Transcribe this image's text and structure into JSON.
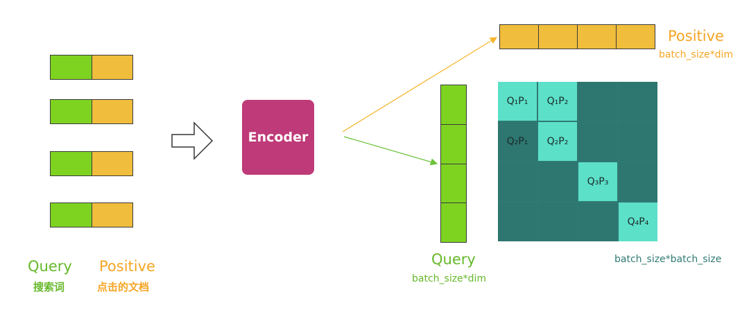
{
  "left_labels": {
    "query_title": "Query",
    "query_sub": "搜索词",
    "positive_title": "Positive",
    "positive_sub": "点击的文档"
  },
  "encoder": {
    "label": "Encoder"
  },
  "positive_output": {
    "title": "Positive",
    "sub": "batch_size*dim"
  },
  "query_output": {
    "title": "Query",
    "sub": "batch_size*dim"
  },
  "matrix": {
    "caption": "batch_size*batch_size",
    "cells": [
      [
        "Q₁P₁",
        "Q₁P₂",
        "",
        ""
      ],
      [
        "Q₂P₁",
        "Q₂P₂",
        "",
        ""
      ],
      [
        "",
        "",
        "Q₃P₃",
        ""
      ],
      [
        "",
        "",
        "",
        "Q₄P₄"
      ]
    ],
    "highlighted": [
      [
        0,
        0
      ],
      [
        0,
        1
      ],
      [
        1,
        1
      ],
      [
        2,
        2
      ],
      [
        3,
        3
      ]
    ]
  },
  "colors": {
    "query_green": "#7ed321",
    "positive_orange": "#f0bd3c",
    "encoder_pink": "#bf3a78",
    "matrix_teal": "#2f7a73",
    "matrix_highlight": "#5ce0c8"
  }
}
